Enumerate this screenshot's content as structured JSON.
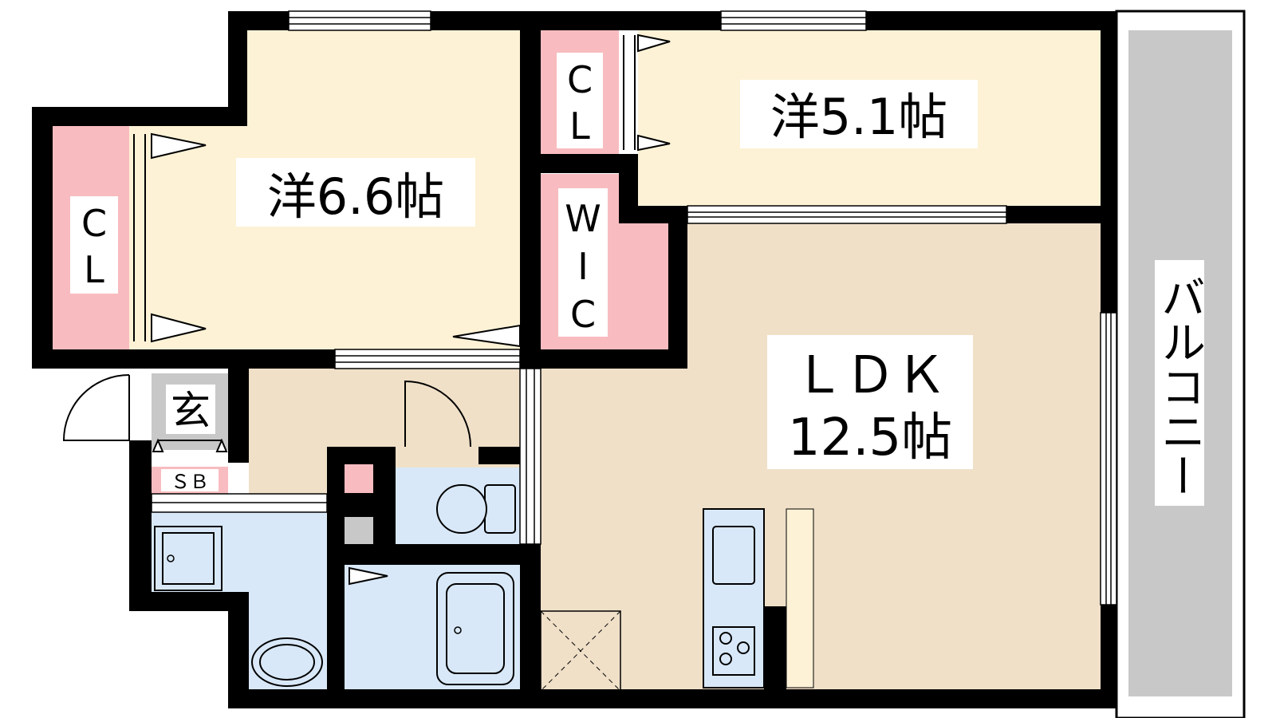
{
  "colors": {
    "wall": "#000000",
    "bedroom": "#fdf2d6",
    "living": "#f0e0c8",
    "closet": "#f8bcc0",
    "wet_area": "#d8e8f8",
    "balcony": "#c8c8c8",
    "storage_gray": "#c8c8c8",
    "label_bg": "#ffffff"
  },
  "rooms": {
    "western_1": {
      "name": "洋6.6帖"
    },
    "western_2": {
      "name": "洋5.1帖"
    },
    "ldk": {
      "name": "ＬＤＫ",
      "size": "12.5帖"
    },
    "closet_left": {
      "name_1": "C",
      "name_2": "L"
    },
    "closet_top": {
      "name_1": "C",
      "name_2": "L"
    },
    "wic": {
      "name_1": "W",
      "name_2": "I",
      "name_3": "C"
    },
    "entrance": {
      "name": "玄"
    },
    "shoe_box": {
      "name": "ＳＢ"
    },
    "balcony": {
      "name": "バルコニー"
    }
  }
}
